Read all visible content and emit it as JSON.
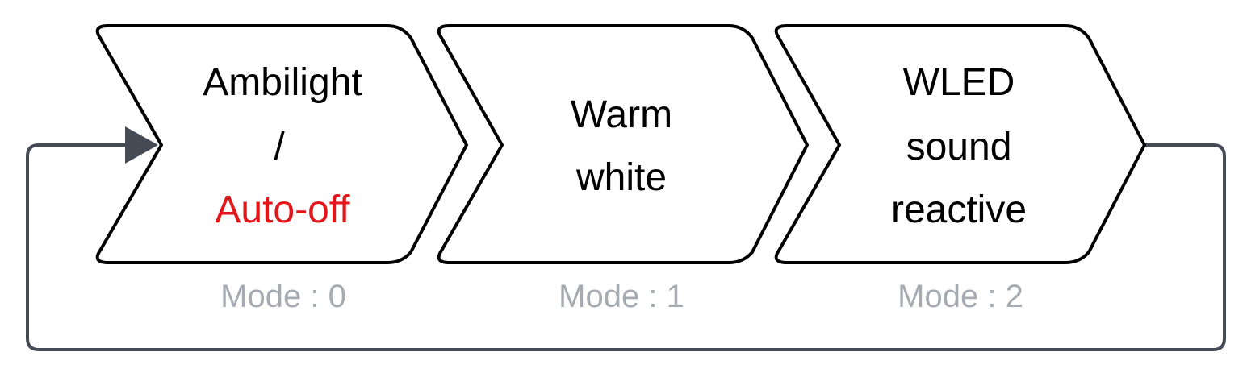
{
  "modes": [
    {
      "lines": [
        {
          "text": "Ambilight",
          "color": "#000000"
        },
        {
          "text": "/",
          "color": "#000000"
        },
        {
          "text": "Auto-off",
          "color": "#e3161a"
        }
      ],
      "caption": "Mode : 0"
    },
    {
      "lines": [
        {
          "text": "Warm",
          "color": "#000000"
        },
        {
          "text": "white",
          "color": "#000000"
        }
      ],
      "caption": "Mode : 1"
    },
    {
      "lines": [
        {
          "text": "WLED",
          "color": "#000000"
        },
        {
          "text": "sound",
          "color": "#000000"
        },
        {
          "text": "reactive",
          "color": "#000000"
        }
      ],
      "caption": "Mode : 2"
    }
  ],
  "colors": {
    "outline": "#000000",
    "loop": "#444b54",
    "accent": "#e3161a",
    "caption": "#a6abb1"
  }
}
